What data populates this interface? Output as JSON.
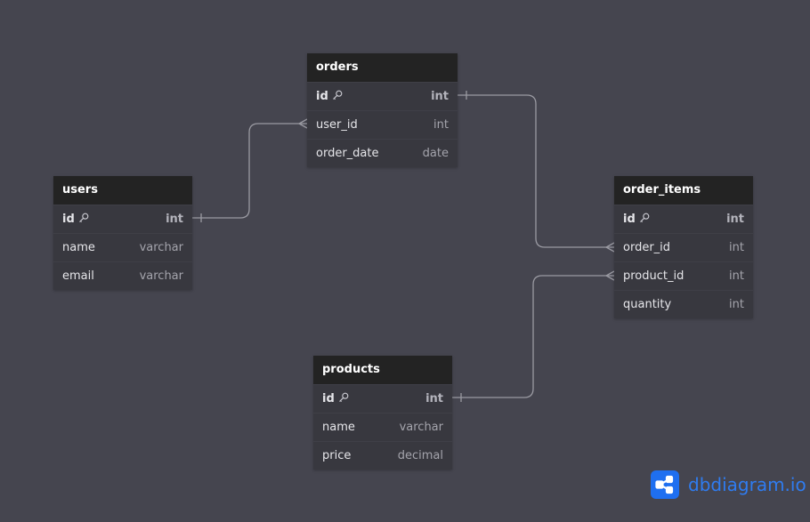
{
  "tables": {
    "orders": {
      "name": "orders",
      "fields": [
        {
          "name": "id",
          "type": "int",
          "pk": true
        },
        {
          "name": "user_id",
          "type": "int"
        },
        {
          "name": "order_date",
          "type": "date"
        }
      ]
    },
    "users": {
      "name": "users",
      "fields": [
        {
          "name": "id",
          "type": "int",
          "pk": true
        },
        {
          "name": "name",
          "type": "varchar"
        },
        {
          "name": "email",
          "type": "varchar"
        }
      ]
    },
    "order_items": {
      "name": "order_items",
      "fields": [
        {
          "name": "id",
          "type": "int",
          "pk": true
        },
        {
          "name": "order_id",
          "type": "int"
        },
        {
          "name": "product_id",
          "type": "int"
        },
        {
          "name": "quantity",
          "type": "int"
        }
      ]
    },
    "products": {
      "name": "products",
      "fields": [
        {
          "name": "id",
          "type": "int",
          "pk": true
        },
        {
          "name": "name",
          "type": "varchar"
        },
        {
          "name": "price",
          "type": "decimal"
        }
      ]
    }
  },
  "relationships": [
    {
      "from": "users.id",
      "to": "orders.user_id",
      "type": "one-to-many"
    },
    {
      "from": "orders.id",
      "to": "order_items.order_id",
      "type": "one-to-many"
    },
    {
      "from": "products.id",
      "to": "order_items.product_id",
      "type": "one-to-many"
    }
  ],
  "branding": {
    "logo_text": "dbdiagram.io",
    "accent": "#1f6ff0"
  },
  "colors": {
    "background": "#45454f",
    "header": "#232323",
    "row": "#38383f",
    "line": "#9a9aa2"
  }
}
